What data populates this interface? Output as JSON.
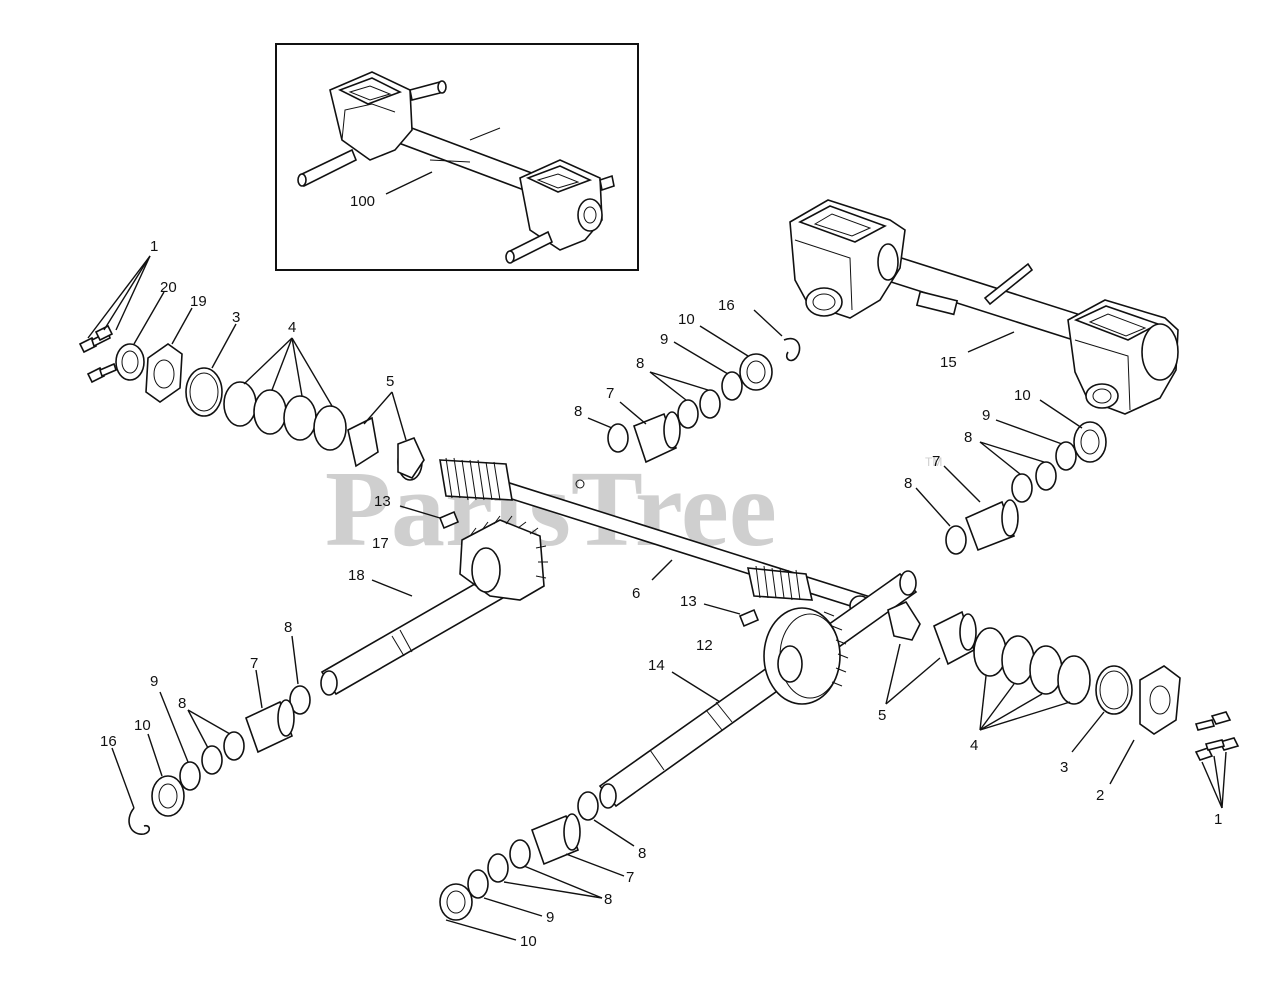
{
  "watermark": {
    "text": "PartsTree",
    "trademark": "TM"
  },
  "inset": {
    "label": "100"
  },
  "callouts": {
    "c1_left": "1",
    "c20": "20",
    "c19": "19",
    "c3_left": "3",
    "c4_left": "4",
    "c5_left": "5",
    "c13_left": "13",
    "c17": "17",
    "c18": "18",
    "c6": "6",
    "c8_mid": "8",
    "c7_mid": "7",
    "c8_midb": "8",
    "c9_mid": "9",
    "c10_mid": "10",
    "c16_top": "16",
    "c15": "15",
    "c10_right": "10",
    "c9_right": "9",
    "c8_right": "8",
    "c7_right": "7",
    "c8_rightb": "8",
    "c13_mid": "13",
    "c12": "12",
    "c14": "14",
    "c8_ll": "8",
    "c7_ll": "7",
    "c9_ll": "9",
    "c8_llb": "8",
    "c10_ll": "10",
    "c16_ll": "16",
    "c5_right": "5",
    "c4_right": "4",
    "c3_right": "3",
    "c2": "2",
    "c1_right": "1",
    "c8_bot": "8",
    "c7_bot": "7",
    "c8_botb": "8",
    "c9_bot": "9",
    "c10_bot": "10"
  }
}
